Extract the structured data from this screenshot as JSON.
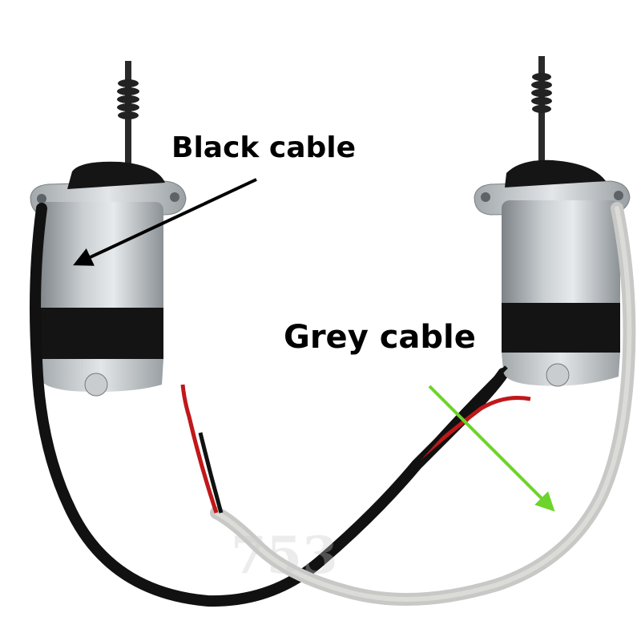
{
  "photo": {
    "subject": "two small DC motors with worm gear shafts, one with black cable and one with grey cable",
    "background_color": "#ffffff"
  },
  "annotations": {
    "black_cable_label": "Black cable",
    "grey_cable_label": "Grey cable",
    "black_arrow_color": "#000000",
    "grey_arrow_color": "#6cd42b"
  },
  "watermark": {
    "text": "753"
  }
}
